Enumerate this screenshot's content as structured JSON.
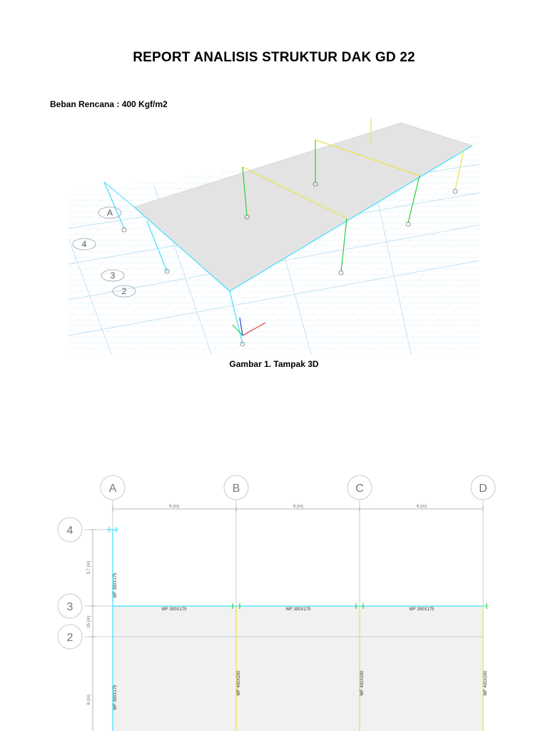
{
  "document": {
    "title": "REPORT ANALISIS STRUKTUR DAK GD 22",
    "load_line": "Beban Rencana : 400 Kgf/m2",
    "figure1_caption": "Gambar 1. Tampak 3D"
  },
  "view3d": {
    "grid_labels": [
      "A",
      "4",
      "3",
      "2"
    ]
  },
  "plan": {
    "column_grids": [
      "A",
      "B",
      "C",
      "D"
    ],
    "row_grids": [
      "4",
      "3",
      "2"
    ],
    "span_dims": [
      "6 (m)",
      "6 (m)",
      "6 (m)"
    ],
    "row_dims": [
      "3.7 (m)",
      "15 (m)",
      "6 (m)"
    ],
    "beam_labels": [
      "WF 300X175",
      "WF 300X175",
      "WF 300X175"
    ],
    "girder_labels": [
      "WF 400X200",
      "WF 400X200",
      "WF 400X200"
    ],
    "column_labels": [
      "WF 350X175",
      "WF 350X175"
    ],
    "colors": {
      "beam": "#3ee0ff",
      "girder": "#e8e23a",
      "column": "#2bd13b",
      "slab": "#f1f1f1",
      "grid": "#b9c4cc"
    }
  }
}
